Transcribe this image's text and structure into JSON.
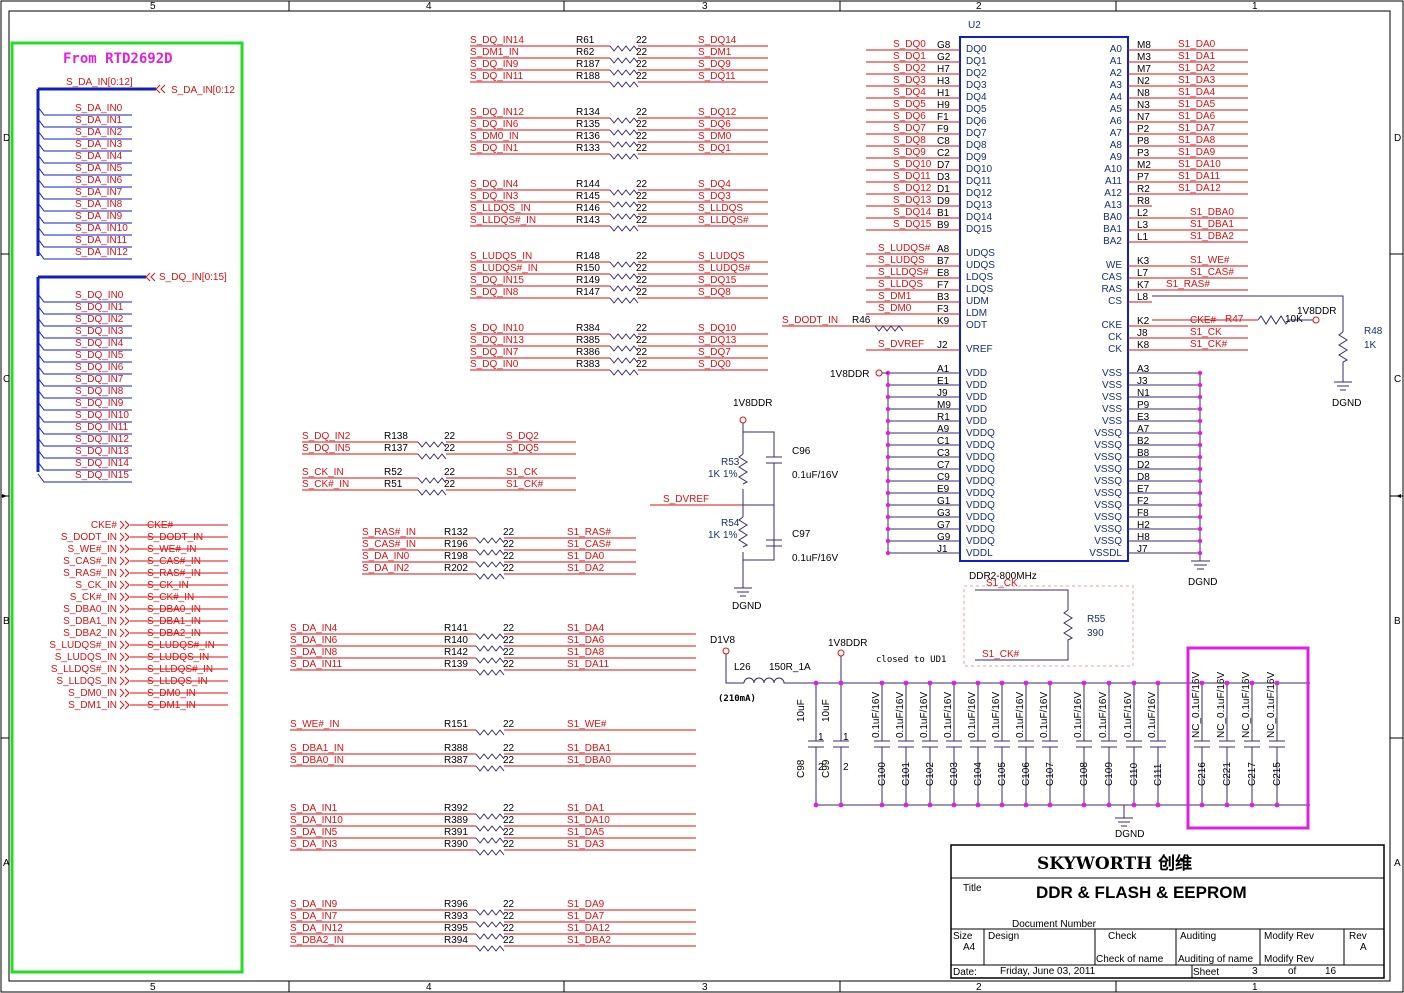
{
  "frame": {
    "col_labels": [
      "5",
      "4",
      "3",
      "2",
      "1"
    ],
    "row_labels": [
      "D",
      "C",
      "B",
      "A"
    ]
  },
  "source_box": {
    "title": "From RTD2692D",
    "da_bus": "S_DA_IN[0:12]",
    "da_bus_port": "S_DA_IN[0:12",
    "da_nets": [
      "S_DA_IN0",
      "S_DA_IN1",
      "S_DA_IN2",
      "S_DA_IN3",
      "S_DA_IN4",
      "S_DA_IN5",
      "S_DA_IN6",
      "S_DA_IN7",
      "S_DA_IN8",
      "S_DA_IN9",
      "S_DA_IN10",
      "S_DA_IN11",
      "S_DA_IN12"
    ],
    "dq_bus_port": "S_DQ_IN[0:15]",
    "dq_nets": [
      "S_DQ_IN0",
      "S_DQ_IN1",
      "S_DQ_IN2",
      "S_DQ_IN3",
      "S_DQ_IN4",
      "S_DQ_IN5",
      "S_DQ_IN6",
      "S_DQ_IN7",
      "S_DQ_IN8",
      "S_DQ_IN9",
      "S_DQ_IN10",
      "S_DQ_IN11",
      "S_DQ_IN12",
      "S_DQ_IN13",
      "S_DQ_IN14",
      "S_DQ_IN15"
    ],
    "ctrl": [
      {
        "port": "CKE#",
        "net": "CKE#"
      },
      {
        "port": "S_DODT_IN",
        "net": "S_DODT_IN"
      },
      {
        "port": "S_WE#_IN",
        "net": "S_WE#_IN"
      },
      {
        "port": "S_CAS#_IN",
        "net": "S_CAS#_IN"
      },
      {
        "port": "S_RAS#_IN",
        "net": "S_RAS#_IN"
      },
      {
        "port": "S_CK_IN",
        "net": "S_CK_IN"
      },
      {
        "port": "S_CK#_IN",
        "net": "S_CK#_IN"
      },
      {
        "port": "S_DBA0_IN",
        "net": "S_DBA0_IN"
      },
      {
        "port": "S_DBA1_IN",
        "net": "S_DBA1_IN"
      },
      {
        "port": "S_DBA2_IN",
        "net": "S_DBA2_IN"
      },
      {
        "port": "S_LUDQS#_IN",
        "net": "S_LUDQS#_IN"
      },
      {
        "port": "S_LUDQS_IN",
        "net": "S_LUDQS_IN"
      },
      {
        "port": "S_LLDQS#_IN",
        "net": "S_LLDQS#_IN"
      },
      {
        "port": "S_LLDQS_IN",
        "net": "S_LLDQS_IN"
      },
      {
        "port": "S_DM0_IN",
        "net": "S_DM0_IN"
      },
      {
        "port": "S_DM1_IN",
        "net": "S_DM1_IN"
      }
    ]
  },
  "res_groups": [
    {
      "rows": [
        {
          "in": "S_DQ_IN14",
          "ref": "R61",
          "val": "22",
          "out": "S_DQ14"
        },
        {
          "in": "S_DM1_IN",
          "ref": "R62",
          "val": "22",
          "out": "S_DM1"
        },
        {
          "in": "S_DQ_IN9",
          "ref": "R187",
          "val": "22",
          "out": "S_DQ9"
        },
        {
          "in": "S_DQ_IN11",
          "ref": "R188",
          "val": "22",
          "out": "S_DQ11"
        }
      ]
    },
    {
      "rows": [
        {
          "in": "S_DQ_IN12",
          "ref": "R134",
          "val": "22",
          "out": "S_DQ12"
        },
        {
          "in": "S_DQ_IN6",
          "ref": "R135",
          "val": "22",
          "out": "S_DQ6"
        },
        {
          "in": "S_DM0_IN",
          "ref": "R136",
          "val": "22",
          "out": "S_DM0"
        },
        {
          "in": "S_DQ_IN1",
          "ref": "R133",
          "val": "22",
          "out": "S_DQ1"
        }
      ]
    },
    {
      "rows": [
        {
          "in": "S_DQ_IN4",
          "ref": "R144",
          "val": "22",
          "out": "S_DQ4"
        },
        {
          "in": "S_DQ_IN3",
          "ref": "R145",
          "val": "22",
          "out": "S_DQ3"
        },
        {
          "in": "S_LLDQS_IN",
          "ref": "R146",
          "val": "22",
          "out": "S_LLDQS"
        },
        {
          "in": "S_LLDQS#_IN",
          "ref": "R143",
          "val": "22",
          "out": "S_LLDQS#"
        }
      ]
    },
    {
      "rows": [
        {
          "in": "S_LUDQS_IN",
          "ref": "R148",
          "val": "22",
          "out": "S_LUDQS"
        },
        {
          "in": "S_LUDQS#_IN",
          "ref": "R150",
          "val": "22",
          "out": "S_LUDQS#"
        },
        {
          "in": "S_DQ_IN15",
          "ref": "R149",
          "val": "22",
          "out": "S_DQ15"
        },
        {
          "in": "S_DQ_IN8",
          "ref": "R147",
          "val": "22",
          "out": "S_DQ8"
        }
      ]
    },
    {
      "rows": [
        {
          "in": "S_DQ_IN10",
          "ref": "R384",
          "val": "22",
          "out": "S_DQ10"
        },
        {
          "in": "S_DQ_IN13",
          "ref": "R385",
          "val": "22",
          "out": "S_DQ13"
        },
        {
          "in": "S_DQ_IN7",
          "ref": "R386",
          "val": "22",
          "out": "S_DQ7"
        },
        {
          "in": "S_DQ_IN0",
          "ref": "R383",
          "val": "22",
          "out": "S_DQ0"
        }
      ]
    },
    {
      "rows": [
        {
          "in": "S_DQ_IN2",
          "ref": "R138",
          "val": "22",
          "out": "S_DQ2"
        },
        {
          "in": "S_DQ_IN5",
          "ref": "R137",
          "val": "22",
          "out": "S_DQ5"
        }
      ]
    },
    {
      "rows": [
        {
          "in": "S_CK_IN",
          "ref": "R52",
          "val": "22",
          "out": "S1_CK"
        },
        {
          "in": "S_CK#_IN",
          "ref": "R51",
          "val": "22",
          "out": "S1_CK#"
        }
      ]
    },
    {
      "rows": [
        {
          "in": "S_RAS#_IN",
          "ref": "R132",
          "val": "22",
          "out": "S1_RAS#"
        },
        {
          "in": "S_CAS#_IN",
          "ref": "R196",
          "val": "22",
          "out": "S1_CAS#"
        },
        {
          "in": "S_DA_IN0",
          "ref": "R198",
          "val": "22",
          "out": "S1_DA0"
        },
        {
          "in": "S_DA_IN2",
          "ref": "R202",
          "val": "22",
          "out": "S1_DA2"
        }
      ]
    },
    {
      "rows": [
        {
          "in": "S_DA_IN4",
          "ref": "R141",
          "val": "22",
          "out": "S1_DA4"
        },
        {
          "in": "S_DA_IN6",
          "ref": "R140",
          "val": "22",
          "out": "S1_DA6"
        },
        {
          "in": "S_DA_IN8",
          "ref": "R142",
          "val": "22",
          "out": "S1_DA8"
        },
        {
          "in": "S_DA_IN11",
          "ref": "R139",
          "val": "22",
          "out": "S1_DA11"
        }
      ]
    },
    {
      "rows": [
        {
          "in": "S_WE#_IN",
          "ref": "R151",
          "val": "22",
          "out": "S1_WE#"
        }
      ]
    },
    {
      "rows": [
        {
          "in": "S_DBA1_IN",
          "ref": "R388",
          "val": "22",
          "out": "S1_DBA1"
        },
        {
          "in": "S_DBA0_IN",
          "ref": "R387",
          "val": "22",
          "out": "S1_DBA0"
        }
      ]
    },
    {
      "rows": [
        {
          "in": "S_DA_IN1",
          "ref": "R392",
          "val": "22",
          "out": "S1_DA1"
        },
        {
          "in": "S_DA_IN10",
          "ref": "R389",
          "val": "22",
          "out": "S1_DA10"
        },
        {
          "in": "S_DA_IN5",
          "ref": "R391",
          "val": "22",
          "out": "S1_DA5"
        },
        {
          "in": "S_DA_IN3",
          "ref": "R390",
          "val": "22",
          "out": "S1_DA3"
        }
      ]
    },
    {
      "rows": [
        {
          "in": "S_DA_IN9",
          "ref": "R396",
          "val": "22",
          "out": "S1_DA9"
        },
        {
          "in": "S_DA_IN7",
          "ref": "R393",
          "val": "22",
          "out": "S1_DA7"
        },
        {
          "in": "S_DA_IN12",
          "ref": "R395",
          "val": "22",
          "out": "S1_DA12"
        },
        {
          "in": "S_DBA2_IN",
          "ref": "R394",
          "val": "22",
          "out": "S1_DBA2"
        }
      ]
    }
  ],
  "vref": {
    "rail": "1V8DDR",
    "r_top": {
      "ref": "R53",
      "val": "1K 1%"
    },
    "r_bot": {
      "ref": "R54",
      "val": "1K 1%"
    },
    "c_top": {
      "ref": "C96",
      "val": "0.1uF/16V"
    },
    "c_bot": {
      "ref": "C97",
      "val": "0.1uF/16V"
    },
    "net": "S_DVREF",
    "gnd": "DGND"
  },
  "u2": {
    "ref": "U2",
    "part": "DDR2-800MHz",
    "left_pins": [
      {
        "net": "S_DQ0",
        "ball": "G8",
        "name": "DQ0"
      },
      {
        "net": "S_DQ1",
        "ball": "G2",
        "name": "DQ1"
      },
      {
        "net": "S_DQ2",
        "ball": "H7",
        "name": "DQ2"
      },
      {
        "net": "S_DQ3",
        "ball": "H3",
        "name": "DQ3"
      },
      {
        "net": "S_DQ4",
        "ball": "H1",
        "name": "DQ4"
      },
      {
        "net": "S_DQ5",
        "ball": "H9",
        "name": "DQ5"
      },
      {
        "net": "S_DQ6",
        "ball": "F1",
        "name": "DQ6"
      },
      {
        "net": "S_DQ7",
        "ball": "F9",
        "name": "DQ7"
      },
      {
        "net": "S_DQ8",
        "ball": "C8",
        "name": "DQ8"
      },
      {
        "net": "S_DQ9",
        "ball": "C2",
        "name": "DQ9"
      },
      {
        "net": "S_DQ10",
        "ball": "D7",
        "name": "DQ10"
      },
      {
        "net": "S_DQ11",
        "ball": "D3",
        "name": "DQ11"
      },
      {
        "net": "S_DQ12",
        "ball": "D1",
        "name": "DQ12"
      },
      {
        "net": "S_DQ13",
        "ball": "D9",
        "name": "DQ13"
      },
      {
        "net": "S_DQ14",
        "ball": "B1",
        "name": "DQ14"
      },
      {
        "net": "S_DQ15",
        "ball": "B9",
        "name": "DQ15"
      },
      {
        "net": "S_LUDQS#",
        "ball": "A8",
        "name": "UDQS"
      },
      {
        "net": "S_LUDQS",
        "ball": "B7",
        "name": "UDQS"
      },
      {
        "net": "S_LLDQS#",
        "ball": "E8",
        "name": "LDQS"
      },
      {
        "net": "S_LLDQS",
        "ball": "F7",
        "name": "LDQS"
      },
      {
        "net": "S_DM1",
        "ball": "B3",
        "name": "UDM"
      },
      {
        "net": "S_DM0",
        "ball": "F3",
        "name": "LDM"
      },
      {
        "net": "S_DODT_IN",
        "ball": "K9",
        "name": "ODT",
        "res": "R46"
      },
      {
        "net": "S_DVREF",
        "ball": "J2",
        "name": "VREF"
      }
    ],
    "vdd_rail": "1V8DDR",
    "vdd_pins": [
      {
        "ball": "A1",
        "name": "VDD"
      },
      {
        "ball": "E1",
        "name": "VDD"
      },
      {
        "ball": "J9",
        "name": "VDD"
      },
      {
        "ball": "M9",
        "name": "VDD"
      },
      {
        "ball": "R1",
        "name": "VDD"
      },
      {
        "ball": "A9",
        "name": "VDDQ"
      },
      {
        "ball": "C1",
        "name": "VDDQ"
      },
      {
        "ball": "C3",
        "name": "VDDQ"
      },
      {
        "ball": "C7",
        "name": "VDDQ"
      },
      {
        "ball": "C9",
        "name": "VDDQ"
      },
      {
        "ball": "E9",
        "name": "VDDQ"
      },
      {
        "ball": "G1",
        "name": "VDDQ"
      },
      {
        "ball": "G3",
        "name": "VDDQ"
      },
      {
        "ball": "G7",
        "name": "VDDQ"
      },
      {
        "ball": "G9",
        "name": "VDDQ"
      },
      {
        "ball": "J1",
        "name": "VDDL"
      }
    ],
    "right_pins": [
      {
        "name": "A0",
        "ball": "M8",
        "net": "S1_DA0"
      },
      {
        "name": "A1",
        "ball": "M3",
        "net": "S1_DA1"
      },
      {
        "name": "A2",
        "ball": "M7",
        "net": "S1_DA2"
      },
      {
        "name": "A3",
        "ball": "N2",
        "net": "S1_DA3"
      },
      {
        "name": "A4",
        "ball": "N8",
        "net": "S1_DA4"
      },
      {
        "name": "A5",
        "ball": "N3",
        "net": "S1_DA5"
      },
      {
        "name": "A6",
        "ball": "N7",
        "net": "S1_DA6"
      },
      {
        "name": "A7",
        "ball": "P2",
        "net": "S1_DA7"
      },
      {
        "name": "A8",
        "ball": "P8",
        "net": "S1_DA8"
      },
      {
        "name": "A9",
        "ball": "P3",
        "net": "S1_DA9"
      },
      {
        "name": "A10",
        "ball": "M2",
        "net": "S1_DA10"
      },
      {
        "name": "A11",
        "ball": "P7",
        "net": "S1_DA11"
      },
      {
        "name": "A12",
        "ball": "R2",
        "net": "S1_DA12"
      },
      {
        "name": "A13",
        "ball": "R8",
        "net": ""
      },
      {
        "name": "BA0",
        "ball": "L2",
        "net": "S1_DBA0"
      },
      {
        "name": "BA1",
        "ball": "L3",
        "net": "S1_DBA1"
      },
      {
        "name": "BA2",
        "ball": "L1",
        "net": "S1_DBA2"
      },
      {
        "name": "WE",
        "ball": "K3",
        "net": "S1_WE#"
      },
      {
        "name": "CAS",
        "ball": "L7",
        "net": "S1_CAS#"
      },
      {
        "name": "RAS",
        "ball": "K7",
        "net": "S1_RAS#"
      },
      {
        "name": "CS",
        "ball": "L8",
        "net": ""
      },
      {
        "name": "CKE",
        "ball": "K2",
        "net": "CKE#"
      },
      {
        "name": "CK",
        "ball": "J8",
        "net": "S1_CK"
      },
      {
        "name": "CK",
        "ball": "K8",
        "net": "S1_CK#"
      }
    ],
    "vss_pins": [
      {
        "name": "VSS",
        "ball": "A3"
      },
      {
        "name": "VSS",
        "ball": "J3"
      },
      {
        "name": "VSS",
        "ball": "N1"
      },
      {
        "name": "VSS",
        "ball": "P9"
      },
      {
        "name": "VSS",
        "ball": "E3"
      },
      {
        "name": "VSSQ",
        "ball": "A7"
      },
      {
        "name": "VSSQ",
        "ball": "B2"
      },
      {
        "name": "VSSQ",
        "ball": "B8"
      },
      {
        "name": "VSSQ",
        "ball": "D2"
      },
      {
        "name": "VSSQ",
        "ball": "D8"
      },
      {
        "name": "VSSQ",
        "ball": "E7"
      },
      {
        "name": "VSSQ",
        "ball": "F2"
      },
      {
        "name": "VSSQ",
        "ball": "F8"
      },
      {
        "name": "VSSQ",
        "ball": "H2"
      },
      {
        "name": "VSSQ",
        "ball": "H8"
      },
      {
        "name": "VSSDL",
        "ball": "J7"
      }
    ],
    "gnd": "DGND"
  },
  "cke": {
    "res": "R47",
    "val": "10K",
    "rail": "1V8DDR"
  },
  "r48": {
    "ref": "R48",
    "val": "1K",
    "gnd": "DGND"
  },
  "termination": {
    "net1": "S1_CK",
    "net2": "S1_CK#",
    "ref": "R55",
    "val": "390",
    "note": "closed to UD1"
  },
  "power": {
    "src": "D1V8",
    "inductor": {
      "ref": "L26",
      "val": "150R_1A"
    },
    "current": "(210mA)",
    "rail": "1V8DDR",
    "gnd": "DGND",
    "bulk_caps": [
      {
        "ref": "C98",
        "val": "10uF",
        "p1": "1",
        "p2": "2"
      },
      {
        "ref": "C99",
        "val": "10uF",
        "p1": "1",
        "p2": "2"
      }
    ],
    "caps": [
      {
        "ref": "C100",
        "val": "0.1uF/16V"
      },
      {
        "ref": "C101",
        "val": "0.1uF/16V"
      },
      {
        "ref": "C102",
        "val": "0.1uF/16V"
      },
      {
        "ref": "C103",
        "val": "0.1uF/16V"
      },
      {
        "ref": "C104",
        "val": "0.1uF/16V"
      },
      {
        "ref": "C105",
        "val": "0.1uF/16V"
      },
      {
        "ref": "C106",
        "val": "0.1uF/16V"
      },
      {
        "ref": "C107",
        "val": "0.1uF/16V"
      },
      {
        "ref": "C108",
        "val": "0.1uF/16V"
      },
      {
        "ref": "C109",
        "val": "0.1uF/16V"
      },
      {
        "ref": "C110",
        "val": "0.1uF/16V"
      },
      {
        "ref": "C111",
        "val": "0.1uF/16V"
      }
    ],
    "nc_caps": [
      {
        "ref": "C216",
        "val": "NC_0.1uF/16V"
      },
      {
        "ref": "C221",
        "val": "NC_0.1uF/16V"
      },
      {
        "ref": "C217",
        "val": "NC_0.1uF/16V"
      },
      {
        "ref": "C215",
        "val": "NC_0.1uF/16V"
      }
    ]
  },
  "title_block": {
    "company": "SKYWORTH 创维",
    "title_label": "Title",
    "title": "DDR & FLASH & EEPROM",
    "doc_label": "Document Number",
    "size_label": "Size",
    "size": "A4",
    "design": "Design",
    "check": "Check",
    "check_of": "Check of name",
    "auditing": "Auditing",
    "auditing_of": "Auditing of name",
    "modify1": "Modify Rev",
    "modify2": "Modify Rev",
    "rev_label": "Rev",
    "rev": "A",
    "date_label": "Date:",
    "date": "Friday, June 03, 2011",
    "sheet_label": "Sheet",
    "sheet": "3",
    "of_label": "of",
    "total": "16"
  }
}
